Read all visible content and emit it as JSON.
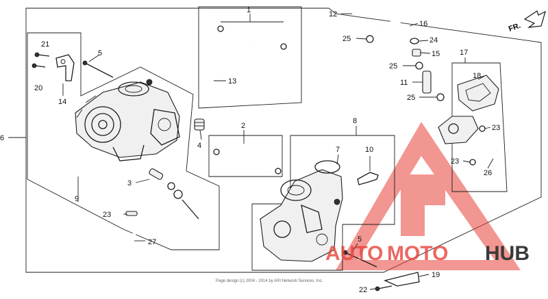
{
  "direction_label": "FR.",
  "copyright": "Page design (c) 2004 - 2014 by ARI Network Services, Inc.",
  "watermark": {
    "prefix": "AUTO",
    "middle": "MOTO",
    "suffix": "HUB",
    "accent": "#e8423a",
    "dark": "#3a3a3a"
  },
  "callouts": {
    "c1": "1",
    "c2": "2",
    "c3": "3",
    "c4": "4",
    "c5a": "5",
    "c5b": "5",
    "c6": "6",
    "c7": "7",
    "c8": "8",
    "c9": "9",
    "c10": "10",
    "c11": "11",
    "c12": "12",
    "c13": "13",
    "c14": "14",
    "c15": "15",
    "c16": "16",
    "c17": "17",
    "c18": "18",
    "c19": "19",
    "c20": "20",
    "c21": "21",
    "c22": "22",
    "c23a": "23",
    "c23b": "23",
    "c23c": "23",
    "c24": "24",
    "c25a": "25",
    "c25b": "25",
    "c25c": "25",
    "c26": "26",
    "c27": "27"
  }
}
